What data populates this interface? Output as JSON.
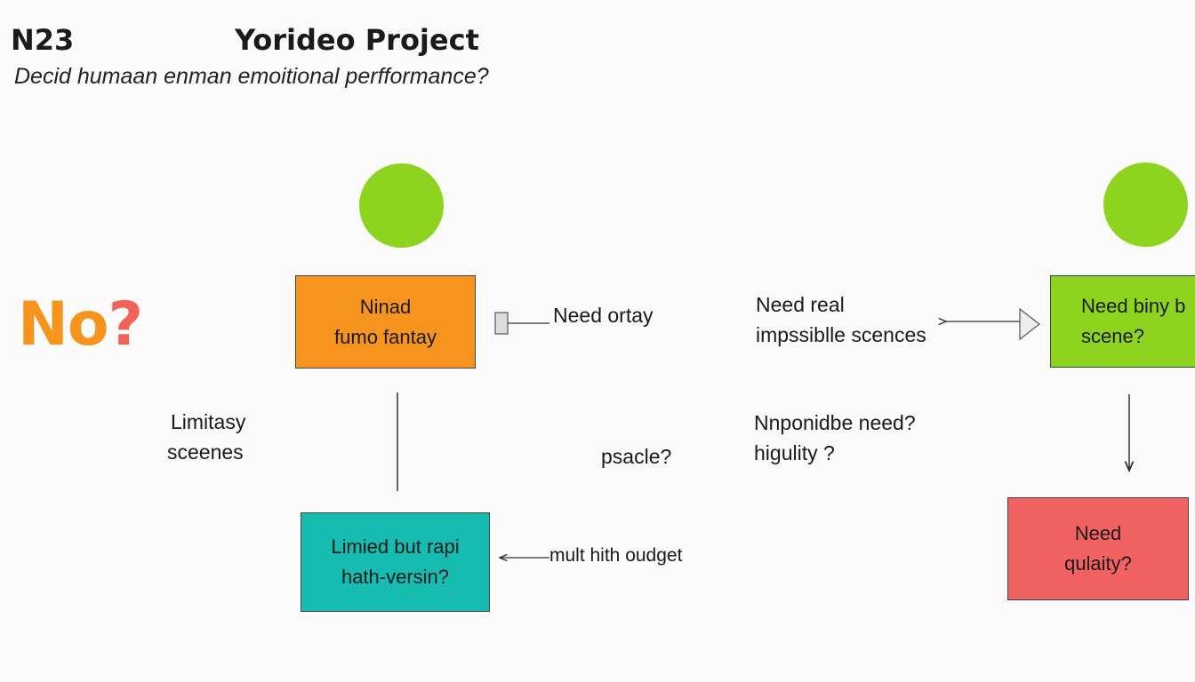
{
  "header": {
    "code": "N23",
    "title": "Yorideo Project",
    "subtitle": "Decid humaan enman emoitional perfformance?"
  },
  "no_mark": {
    "text": "No",
    "q": "?"
  },
  "colors": {
    "green": "#8ed31f",
    "orange": "#f7941d",
    "teal": "#16bcb0",
    "lime": "#8ed31f",
    "red": "#f26262",
    "no_orange": "#f7941d"
  },
  "nodes": {
    "orange_box": {
      "line1": "Ninad",
      "line2": "fumo fantay"
    },
    "teal_box": {
      "line1": "Limied but rapi",
      "line2": "hath-versin?"
    },
    "lime_box": {
      "line1": "Need biny b",
      "line2": "scene?"
    },
    "red_box": {
      "line1": "Need",
      "line2": "qulaity?"
    }
  },
  "labels": {
    "need_ortay": "Need ortay",
    "need_real_1": "Need real",
    "need_real_2": "impssiblle scences",
    "limitasy_1": "Limitasy",
    "limitasy_2": "sceenes",
    "psacle": "psacle?",
    "nnponidbe_1": "Nnponidbe need?",
    "nnponidbe_2": "higulity ?",
    "mult_hith": "mult hith oudget"
  }
}
